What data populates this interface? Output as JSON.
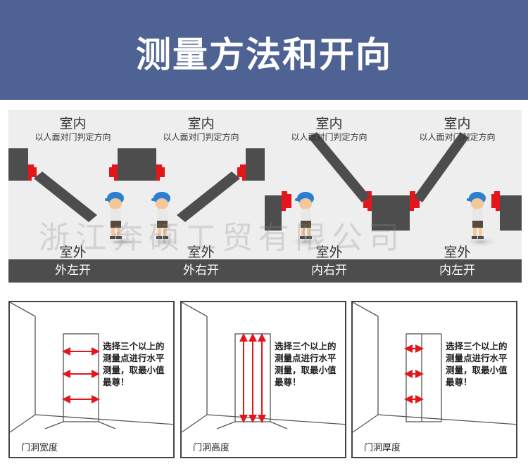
{
  "header": {
    "title": "测量方法和开向"
  },
  "panels": [
    {
      "indoor": "室内",
      "note": "以人面对门判定方向",
      "outdoor": "室外",
      "label": "外左开"
    },
    {
      "indoor": "室内",
      "note": "以人面对门判定方向",
      "outdoor": "室外",
      "label": "外右开"
    },
    {
      "indoor": "室内",
      "note": "以人面对门判定方向",
      "outdoor": "室外",
      "label": "内右开"
    },
    {
      "indoor": "室内",
      "note": "以人面对门判定方向",
      "outdoor": "室外",
      "label": "内左开"
    }
  ],
  "diagrams": [
    {
      "note": "选择三个以上的\n测量点进行水平\n测量，取最小值\n最尊！",
      "caption": "门洞宽度"
    },
    {
      "note": "选择三个以上的\n测量点进行水平\n测量，取最小值\n最尊！",
      "caption": "门洞高度"
    },
    {
      "note": "选择三个以上的\n测量点进行水平\n测量，取最小值\n最尊！",
      "caption": "门洞厚度"
    }
  ],
  "watermark": "浙江奔硕工贸有限公司",
  "colors": {
    "header": "#4f6294",
    "accent_red": "#e3161b",
    "wall": "#4d4d4d",
    "footer": "#4d4d4d"
  }
}
